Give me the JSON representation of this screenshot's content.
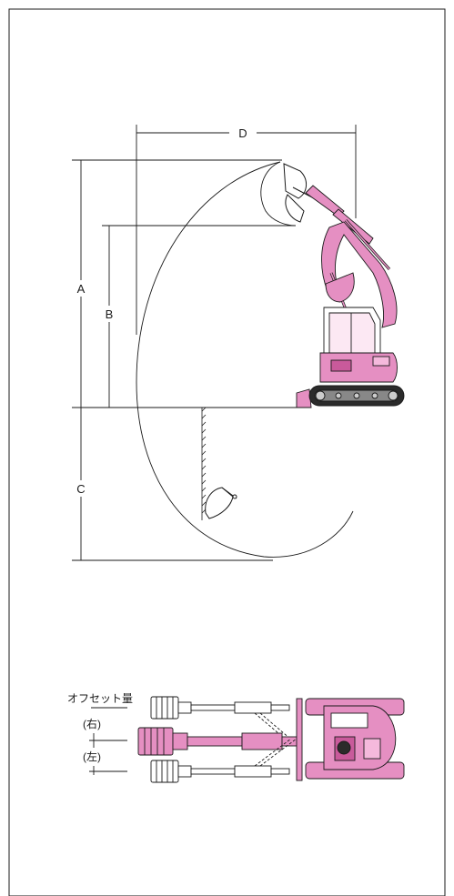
{
  "labels": {
    "dim_a": "A",
    "dim_b": "B",
    "dim_c": "C",
    "dim_d": "D",
    "offset_amount": "オフセット量",
    "right": "(右)",
    "left": "(左)"
  },
  "colors": {
    "machine": "#e58fc2",
    "machine_dark": "#c95a9b",
    "line": "#1a1a1a"
  }
}
